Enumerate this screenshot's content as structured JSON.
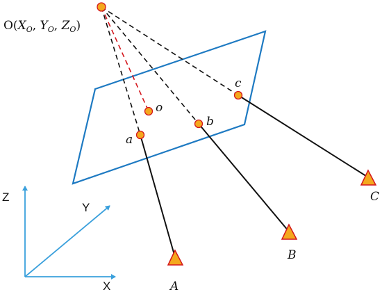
{
  "colors": {
    "plane": "#1e7ac2",
    "axes": "#3aa0dc",
    "point_fill": "#f4a81d",
    "point_stroke": "#d4161c",
    "triangle_fill": "#f4a81d",
    "triangle_stroke": "#d4161c",
    "ray_solid": "#111111",
    "ray_dashed": "#111111",
    "principal_ray": "#d4161c"
  },
  "origin": {
    "label_prefix": "O(",
    "x": "X",
    "y": "Y",
    "z": "Z",
    "sub": "O",
    "sep": ", ",
    "close": ")"
  },
  "principal_point": {
    "label": "o"
  },
  "image_points": [
    {
      "label": "a"
    },
    {
      "label": "b"
    },
    {
      "label": "c"
    }
  ],
  "ground_points": [
    {
      "label": "A"
    },
    {
      "label": "B"
    },
    {
      "label": "C"
    }
  ],
  "axes": {
    "x_label": "X",
    "y_label": "Y",
    "z_label": "Z"
  }
}
